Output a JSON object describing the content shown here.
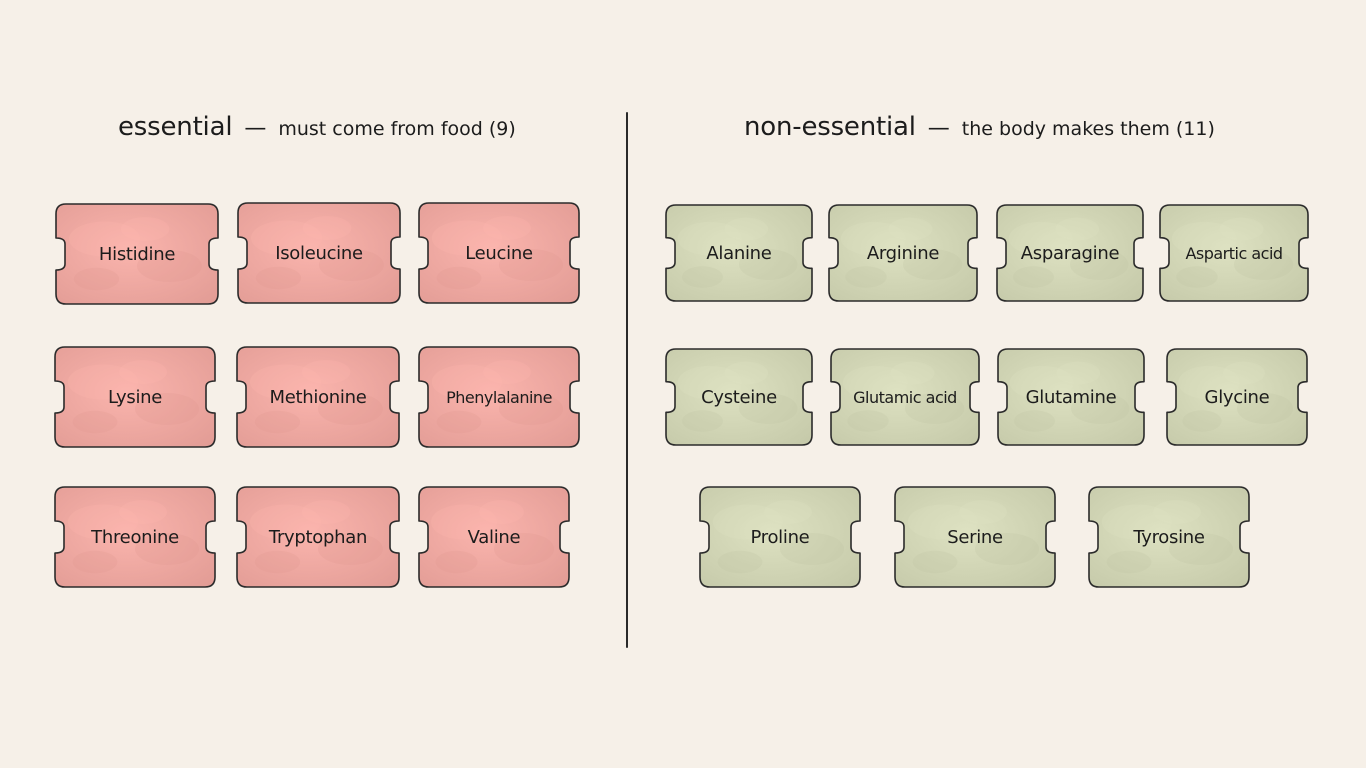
{
  "essential": {
    "title": "essential",
    "dash": "—",
    "subtitle": "must come from food (9)",
    "color": "#f0aaa3",
    "items": [
      "Histidine",
      "Isoleucine",
      "Leucine",
      "Lysine",
      "Methionine",
      "Phenylalanine",
      "Threonine",
      "Tryptophan",
      "Valine"
    ]
  },
  "non_essential": {
    "title": "non-essential",
    "dash": "—",
    "subtitle": "the body makes them (11)",
    "color": "#d3d7b7",
    "items": [
      "Alanine",
      "Arginine",
      "Asparagine",
      "Aspartic acid",
      "Cysteine",
      "Glutamic acid",
      "Glutamine",
      "Glycine",
      "Proline",
      "Serine",
      "Tyrosine"
    ]
  }
}
